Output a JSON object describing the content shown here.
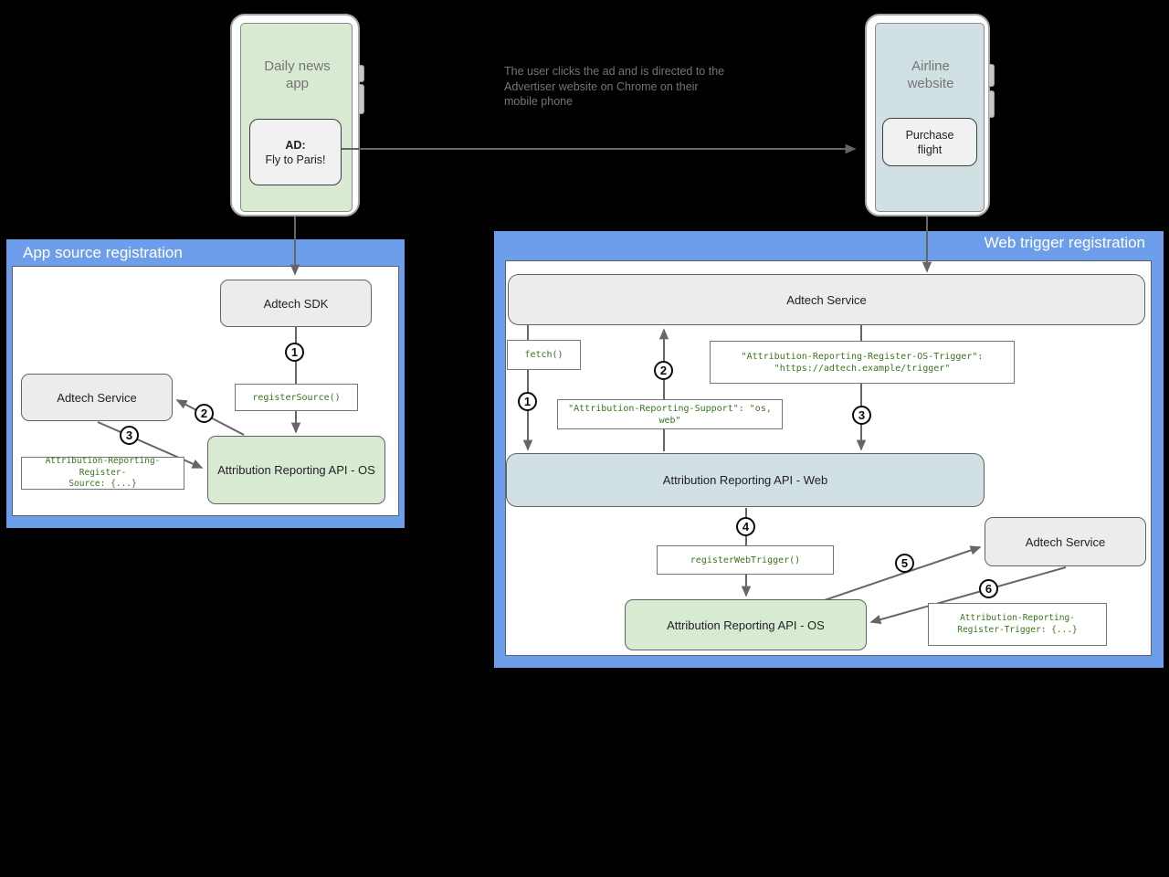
{
  "colors": {
    "panel_blue": "#6d9eeb",
    "box_green": "#d9ead3",
    "box_light_blue": "#d0e0e3",
    "box_gray": "#ececec",
    "code_text_green": "#38761d",
    "arrow_gray": "#666666"
  },
  "annotation": {
    "text": "The user clicks the ad and is directed to the Advertiser website on Chrome on their mobile phone"
  },
  "phone_left": {
    "app_title": "Daily news app",
    "ad_heading": "AD:",
    "ad_text": "Fly to Paris!"
  },
  "phone_right": {
    "site_title": "Airline website",
    "button_label": "Purchase flight"
  },
  "app_panel": {
    "title": "App source registration",
    "adtech_sdk": "Adtech SDK",
    "register_source_call": "registerSource()",
    "adtech_service": "Adtech Service",
    "attribution_api_os": "Attribution Reporting API - OS",
    "register_source_header": {
      "line1": "Attribution-Reporting-Register-",
      "line2": "Source: {...}"
    },
    "steps": [
      "1",
      "2",
      "3"
    ]
  },
  "web_panel": {
    "title": "Web trigger registration",
    "adtech_service_top": "Adtech Service",
    "fetch_call": "fetch()",
    "support_header": "\"Attribution-Reporting-Support\": \"os, web\"",
    "os_trigger_header": {
      "line1": "\"Attribution-Reporting-Register-OS-Trigger\":",
      "line2": "\"https://adtech.example/trigger\""
    },
    "attribution_api_web": "Attribution Reporting API - Web",
    "register_web_trigger_call": "registerWebTrigger()",
    "attribution_api_os": "Attribution Reporting API - OS",
    "adtech_service_right": "Adtech Service",
    "register_trigger_header": {
      "line1": "Attribution-Reporting-",
      "line2": "Register-Trigger: {...}"
    },
    "steps": [
      "1",
      "2",
      "3",
      "4",
      "5",
      "6"
    ]
  }
}
